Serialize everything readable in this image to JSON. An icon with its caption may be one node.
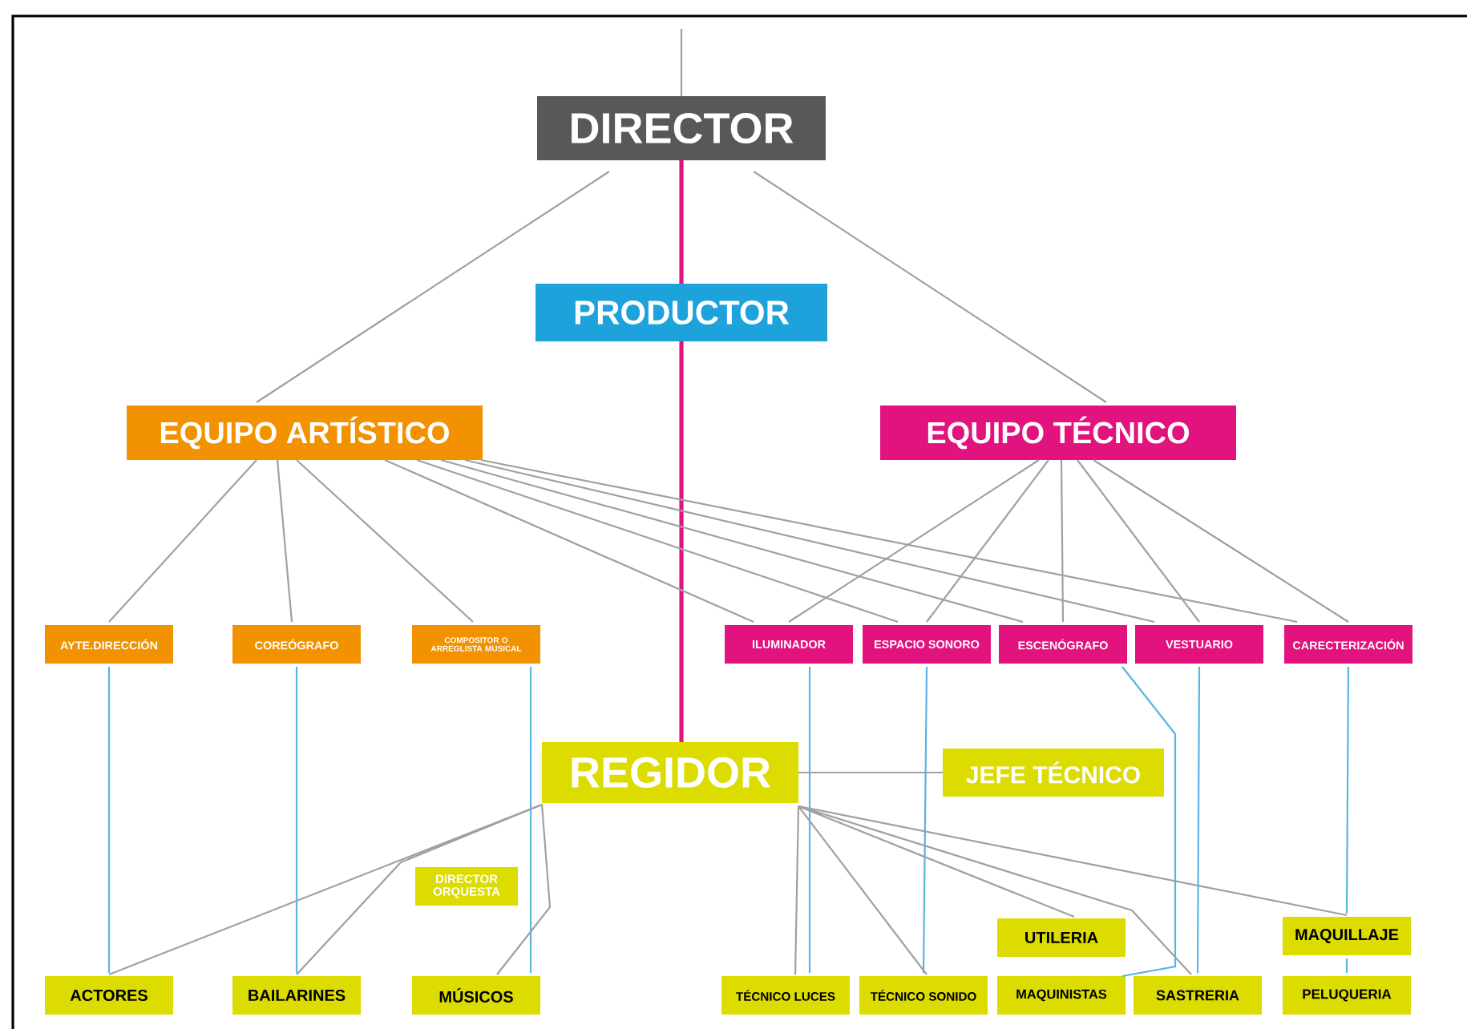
{
  "diagram": {
    "nodes": [
      {
        "text": [
          "DIRECTOR"
        ]
      },
      {
        "text": [
          "PRODUCTOR"
        ]
      },
      {
        "text": [
          "EQUIPO ARTÍSTICO"
        ]
      },
      {
        "text": [
          "EQUIPO TÉCNICO"
        ]
      },
      {
        "text": [
          "AYTE.DIRECCIÓN"
        ]
      },
      {
        "text": [
          "COREÓGRAFO"
        ]
      },
      {
        "text": [
          "COMPOSITOR O ARREGLISTA MUSICAL"
        ]
      },
      {
        "text": [
          "ILUMINADOR"
        ]
      },
      {
        "text": [
          "ESPACIO SONORO"
        ]
      },
      {
        "text": [
          "ESCENÓGRAFO"
        ]
      },
      {
        "text": [
          "VESTUARIO"
        ]
      },
      {
        "text": [
          "CARECTERIZACIÓN"
        ]
      },
      {
        "text": [
          "REGIDOR"
        ]
      },
      {
        "text": [
          "JEFE TÉCNICO"
        ]
      },
      {
        "text": [
          "DIRECTOR ORQUESTA"
        ]
      },
      {
        "text": [
          "UTILERIA"
        ]
      },
      {
        "text": [
          "MAQUILLAJE"
        ]
      },
      {
        "text": [
          "ACTORES"
        ]
      },
      {
        "text": [
          "BAILARINES"
        ]
      },
      {
        "text": [
          "MÚSICOS"
        ]
      },
      {
        "text": [
          "TÉCNICO LUCES"
        ]
      },
      {
        "text": [
          "TÉCNICO SONIDO"
        ]
      },
      {
        "text": [
          "MAQUINISTAS"
        ]
      },
      {
        "text": [
          "SASTRERIA"
        ]
      },
      {
        "text": [
          "PELUQUERIA"
        ]
      }
    ],
    "edges": [
      {
        "from": null,
        "to": 0,
        "arrow": "none"
      },
      {
        "from": 0,
        "to": 2,
        "arrow": "none"
      },
      {
        "from": 0,
        "to": 3,
        "arrow": "none"
      },
      {
        "from": 0,
        "to": 1,
        "arrow": "none",
        "style": "thick",
        "color": "#e2137e"
      },
      {
        "from": 1,
        "to": 12,
        "arrow": "none",
        "style": "thick",
        "color": "#e2137e"
      },
      {
        "from": 2,
        "to": 4,
        "arrow": "none"
      },
      {
        "from": 2,
        "to": 5,
        "arrow": "none"
      },
      {
        "from": 2,
        "to": 6,
        "arrow": "none"
      },
      {
        "from": 2,
        "to": 7,
        "arrow": "none"
      },
      {
        "from": 2,
        "to": 8,
        "arrow": "none"
      },
      {
        "from": 2,
        "to": 9,
        "arrow": "none"
      },
      {
        "from": 2,
        "to": 10,
        "arrow": "none"
      },
      {
        "from": 2,
        "to": 11,
        "arrow": "none"
      },
      {
        "from": 3,
        "to": 7,
        "arrow": "none"
      },
      {
        "from": 3,
        "to": 8,
        "arrow": "none"
      },
      {
        "from": 3,
        "to": 9,
        "arrow": "none"
      },
      {
        "from": 3,
        "to": 10,
        "arrow": "none"
      },
      {
        "from": 3,
        "to": 11,
        "arrow": "none"
      },
      {
        "from": 4,
        "to": 17,
        "arrow": "none",
        "color": "#5ab4e5"
      },
      {
        "from": 5,
        "to": 18,
        "arrow": "none",
        "color": "#5ab4e5"
      },
      {
        "from": 6,
        "to": 19,
        "arrow": "none",
        "color": "#5ab4e5"
      },
      {
        "from": 7,
        "to": 20,
        "arrow": "none",
        "color": "#5ab4e5"
      },
      {
        "from": 8,
        "to": 21,
        "arrow": "none",
        "color": "#5ab4e5"
      },
      {
        "from": 9,
        "to": 22,
        "arrow": "none",
        "color": "#5ab4e5"
      },
      {
        "from": 10,
        "to": 23,
        "arrow": "none",
        "color": "#5ab4e5"
      },
      {
        "from": 11,
        "to": 16,
        "arrow": "none",
        "color": "#5ab4e5"
      },
      {
        "from": 16,
        "to": 24,
        "arrow": "none",
        "color": "#5ab4e5"
      },
      {
        "from": 12,
        "to": 13,
        "arrow": "none"
      },
      {
        "from": 12,
        "to": 17,
        "arrow": "none"
      },
      {
        "from": 12,
        "to": 18,
        "arrow": "none"
      },
      {
        "from": 12,
        "to": 19,
        "arrow": "none"
      },
      {
        "from": 12,
        "to": 20,
        "arrow": "none"
      },
      {
        "from": 12,
        "to": 21,
        "arrow": "none"
      },
      {
        "from": 12,
        "to": 15,
        "arrow": "none"
      },
      {
        "from": 12,
        "to": 23,
        "arrow": "none"
      },
      {
        "from": 12,
        "to": 16,
        "arrow": "none"
      }
    ]
  }
}
